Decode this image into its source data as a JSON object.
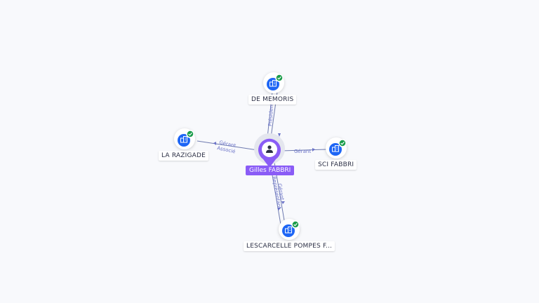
{
  "center": {
    "label": "Gilles FABBRI",
    "icon": "user-icon",
    "color": "#8a5cf6"
  },
  "companies": [
    {
      "id": "de-memoris",
      "label": "DE MEMORIS",
      "icon": "building-icon",
      "badge": "check-icon"
    },
    {
      "id": "la-razigade",
      "label": "LA RAZIGADE",
      "icon": "building-icon",
      "badge": "check-icon"
    },
    {
      "id": "sci-fabbri",
      "label": "SCI FABBRI",
      "icon": "building-icon",
      "badge": "check-icon"
    },
    {
      "id": "lescarcelle",
      "label": "LESCARCELLE POMPES F...",
      "icon": "building-icon",
      "badge": "check-icon"
    }
  ],
  "edges": {
    "de_memoris": [
      "Président",
      ""
    ],
    "la_razigade": [
      "Gérant",
      "Associé"
    ],
    "sci_fabbri": [
      "Gérant"
    ],
    "lescarcelle": [
      "Gérant",
      "Représentant"
    ]
  },
  "colors": {
    "company": "#1e66f5",
    "badge": "#1a9c4a",
    "edge_label": "#6a72c8"
  }
}
